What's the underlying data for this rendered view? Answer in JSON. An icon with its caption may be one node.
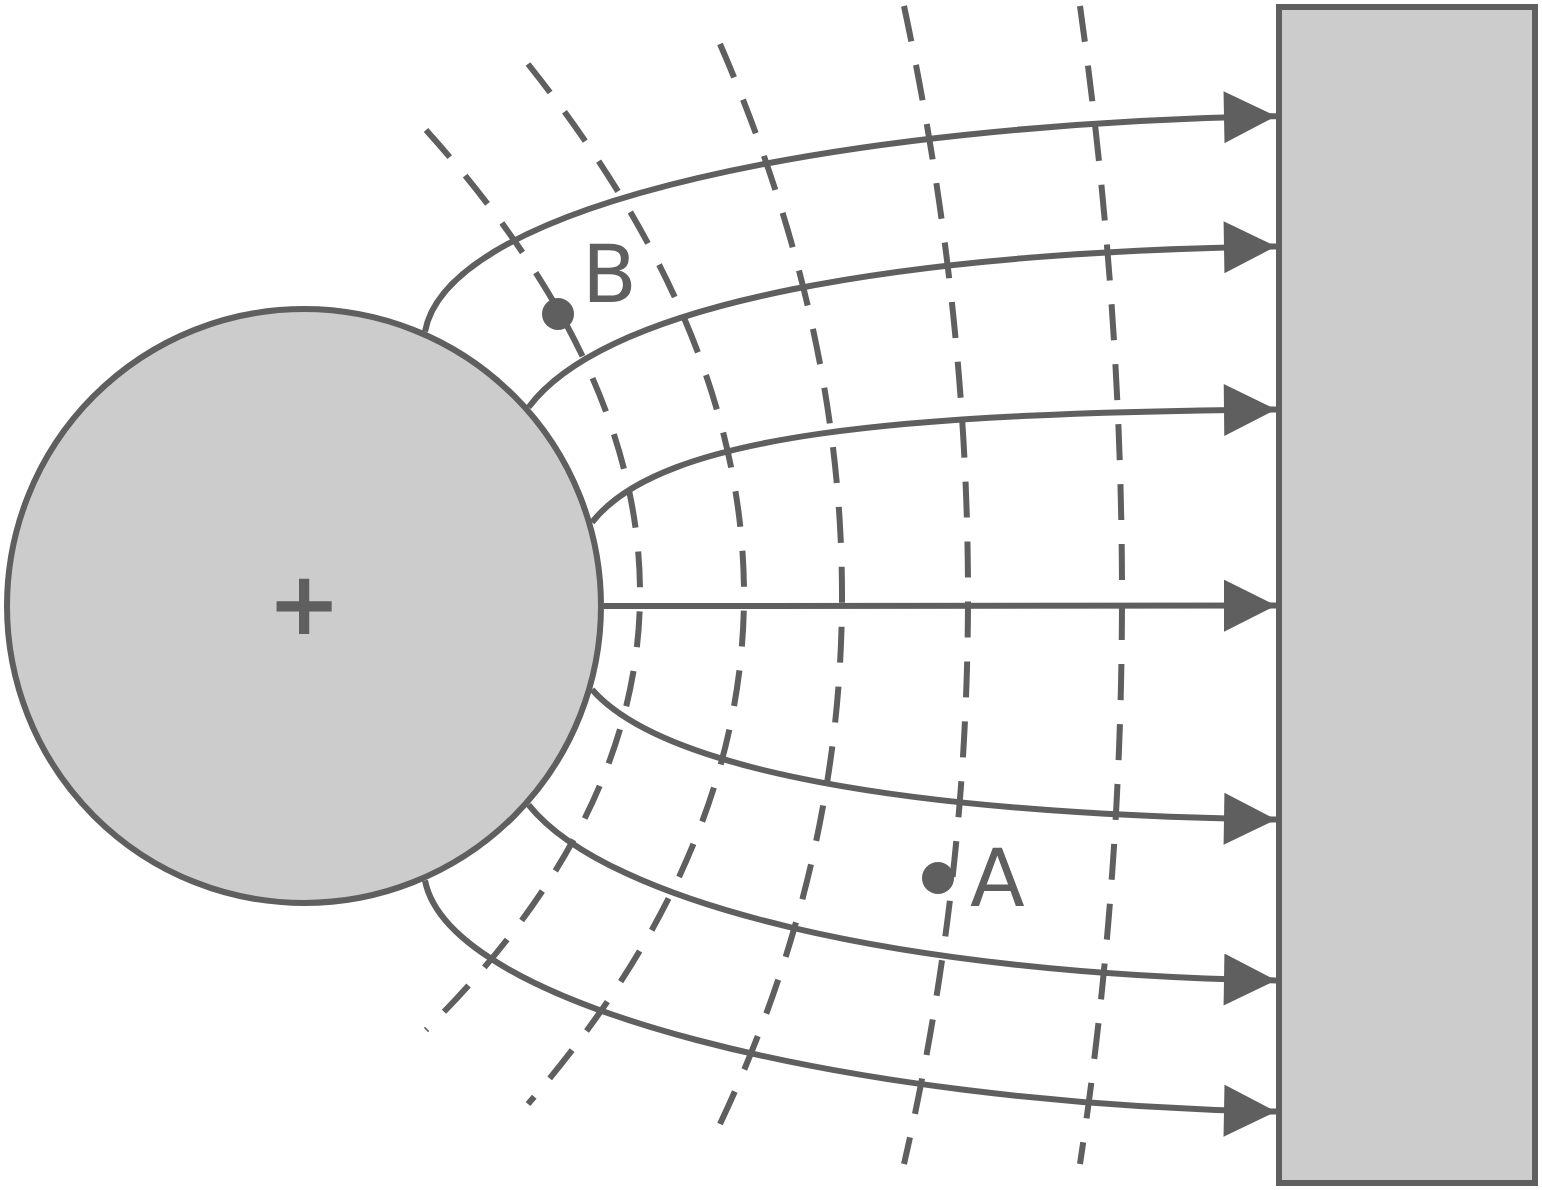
{
  "diagram": {
    "nodes": [
      {
        "text": [
          "+"
        ]
      },
      {
        "text": [],
        "shape": "box"
      }
    ],
    "edges": [
      {
        "from": 0,
        "to": 1,
        "arrow": "to"
      },
      {
        "from": 0,
        "to": 1,
        "arrow": "to"
      },
      {
        "from": 0,
        "to": 1,
        "arrow": "to"
      },
      {
        "from": 0,
        "to": 1,
        "arrow": "to"
      },
      {
        "from": 0,
        "to": 1,
        "arrow": "to"
      },
      {
        "from": 0,
        "to": 1,
        "arrow": "to"
      },
      {
        "from": 0,
        "to": 1,
        "arrow": "to"
      }
    ],
    "labels": [
      "B",
      "A"
    ]
  }
}
